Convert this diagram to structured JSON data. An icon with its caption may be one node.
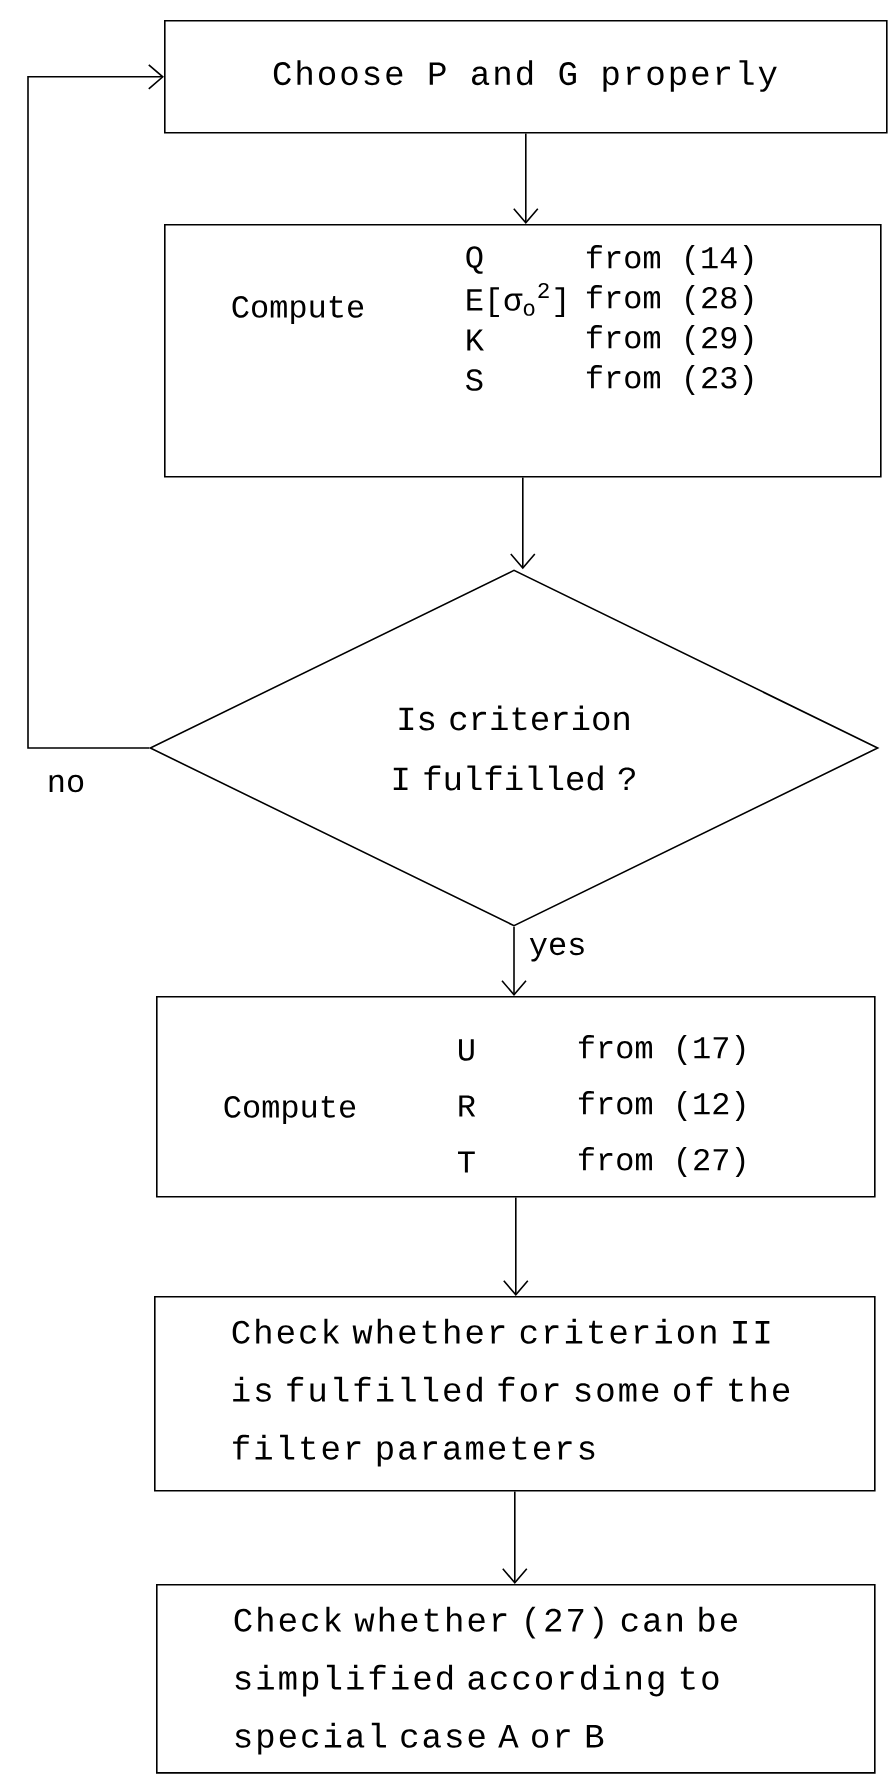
{
  "diagram": {
    "nodes": [
      {
        "text": [
          "Choose P and G properly"
        ]
      },
      {
        "text": [
          "Compute",
          "Q",
          "from (14)",
          "E[σ$_{o}$$^{2}$]",
          "from (28)",
          "K",
          "from (29)",
          "S",
          "from (23)"
        ]
      },
      {
        "text": [
          "Is criterion I fulfilled ?"
        ]
      },
      {
        "text": [
          "Compute",
          "U",
          "from (17)",
          "R",
          "from (12)",
          "T",
          "from (27)"
        ]
      },
      {
        "text": [
          "Check whether criterion II is fulfilled for some of the filter parameters"
        ]
      },
      {
        "text": [
          "Check whether (27) can be simplified according to special case A or B"
        ]
      }
    ],
    "edges": [
      {
        "from": 0,
        "to": 1,
        "arrow": "to"
      },
      {
        "from": 1,
        "to": 2,
        "arrow": "to"
      },
      {
        "from": 2,
        "to": 0,
        "arrow": "to",
        "label": "no"
      },
      {
        "from": 2,
        "to": 3,
        "arrow": "to",
        "label": "yes"
      },
      {
        "from": 3,
        "to": 4,
        "arrow": "to"
      },
      {
        "from": 4,
        "to": 5,
        "arrow": "to"
      }
    ]
  }
}
